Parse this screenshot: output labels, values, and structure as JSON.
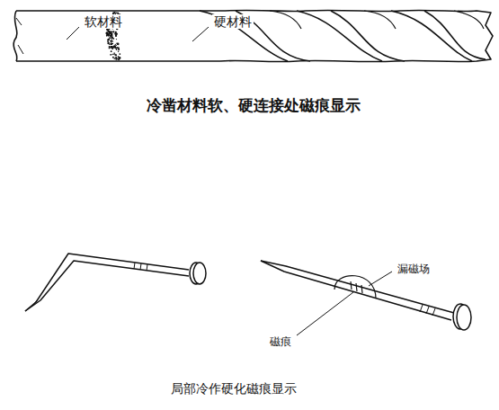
{
  "diagram": {
    "labels": [
      "软材料",
      "硬材料",
      "冷凿材料软、硬连接处磁痕显示",
      "漏磁场",
      "磁痕",
      "局部冷作硬化磁痕显示"
    ]
  }
}
